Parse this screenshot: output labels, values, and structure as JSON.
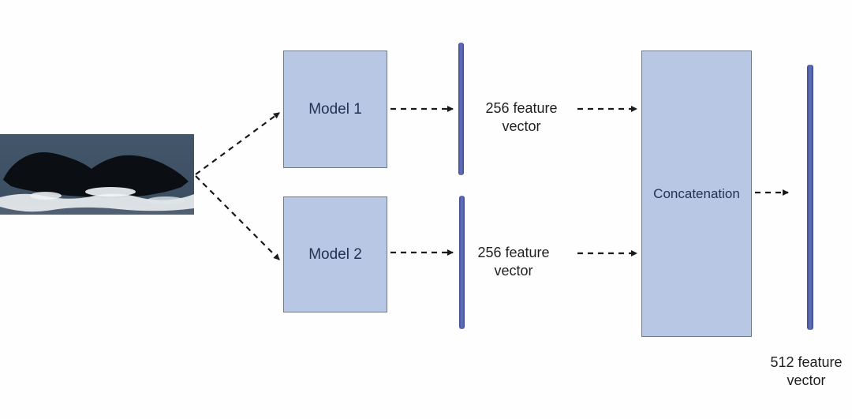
{
  "diagram": {
    "nodes": {
      "model1": "Model 1",
      "model2": "Model 2",
      "concatenation": "Concatenation"
    },
    "labels": {
      "top_feature_vector": "256 feature vector",
      "bottom_feature_vector": "256 feature vector",
      "output_feature_vector": "512 feature vector"
    },
    "input_image": "whale-fluke-photo"
  },
  "colors": {
    "box_fill": "#b8c7e3",
    "box_border": "#6f7b8b",
    "bar_edge": "#3d4c99",
    "bar_mid": "#6673b8",
    "text_navy": "#1e3250",
    "text_dark": "#1f1f1f",
    "arrow": "#1a1a1a",
    "background": "#fefefe"
  }
}
